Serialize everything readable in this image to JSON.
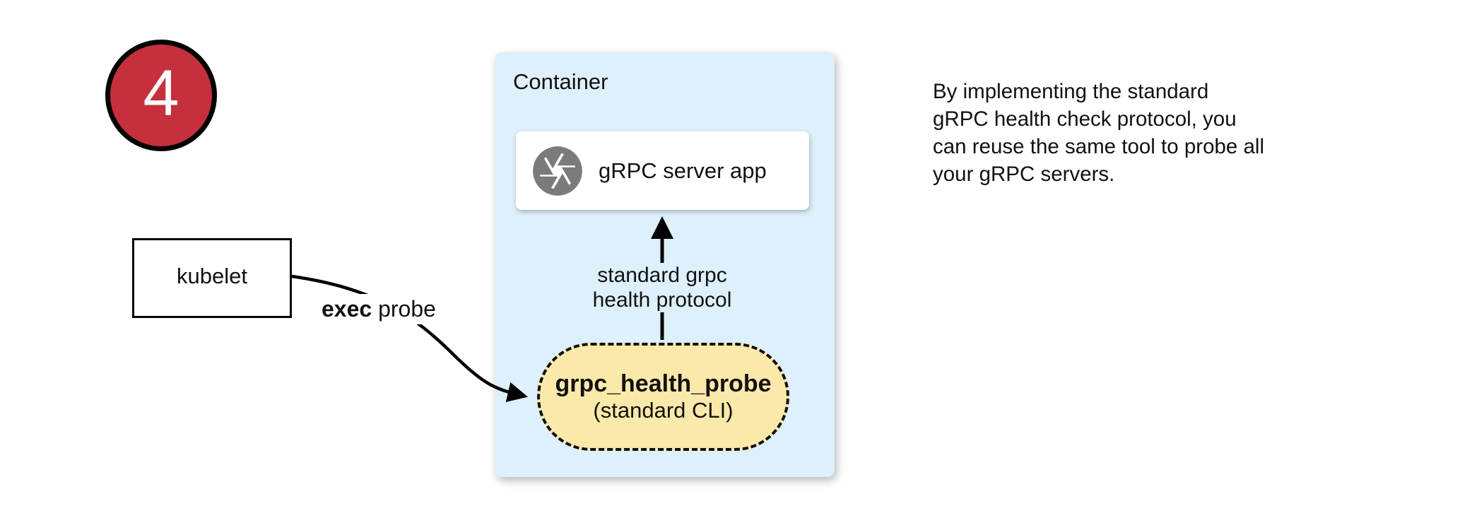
{
  "colors": {
    "badge_red": "#c5303c",
    "container_blue": "#ddf0fb",
    "probe_yellow": "#fbe9aa",
    "icon_gray": "#7b7b7b"
  },
  "step_badge": {
    "number": "4"
  },
  "diagram": {
    "container": {
      "label": "Container",
      "server_app": {
        "icon": "aperture-icon",
        "label": "gRPC server app"
      },
      "protocol_arrow_label": {
        "line1": "standard grpc",
        "line2": "health protocol"
      },
      "health_probe": {
        "title": "grpc_health_probe",
        "subtitle": "(standard CLI)"
      }
    },
    "kubelet": {
      "label": "kubelet"
    },
    "exec_probe_label": {
      "bold": "exec",
      "regular": " probe"
    }
  },
  "note": {
    "lines": [
      "By implementing the standard",
      "gRPC health check protocol, you",
      "can reuse the same tool to probe all",
      "your gRPC servers."
    ]
  }
}
